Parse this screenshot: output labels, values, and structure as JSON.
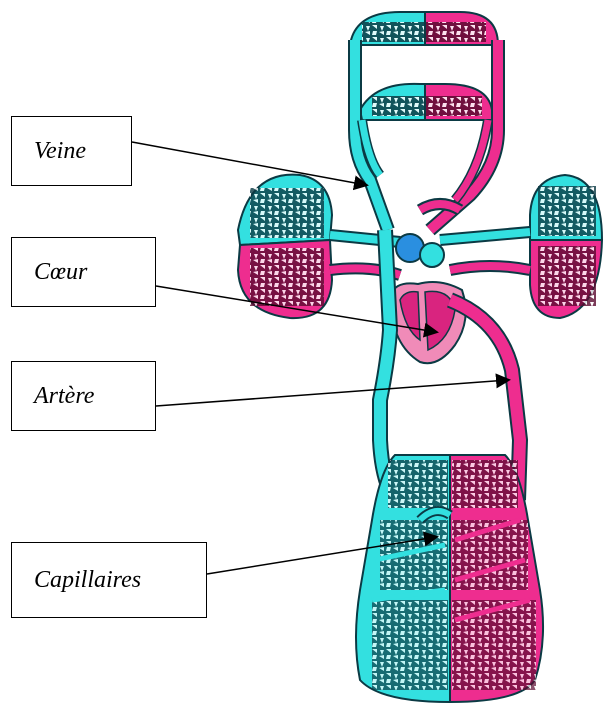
{
  "labels": {
    "veine": "Veine",
    "coeur": "Cœur",
    "artere": "Artère",
    "capillaires": "Capillaires"
  },
  "colors": {
    "venous": "#33e0e0",
    "arterial": "#ee2d8f",
    "outline": "#0b3a44",
    "heart": "#f08bb8",
    "heart_inner": "#d9247f",
    "arrow": "#000000"
  }
}
